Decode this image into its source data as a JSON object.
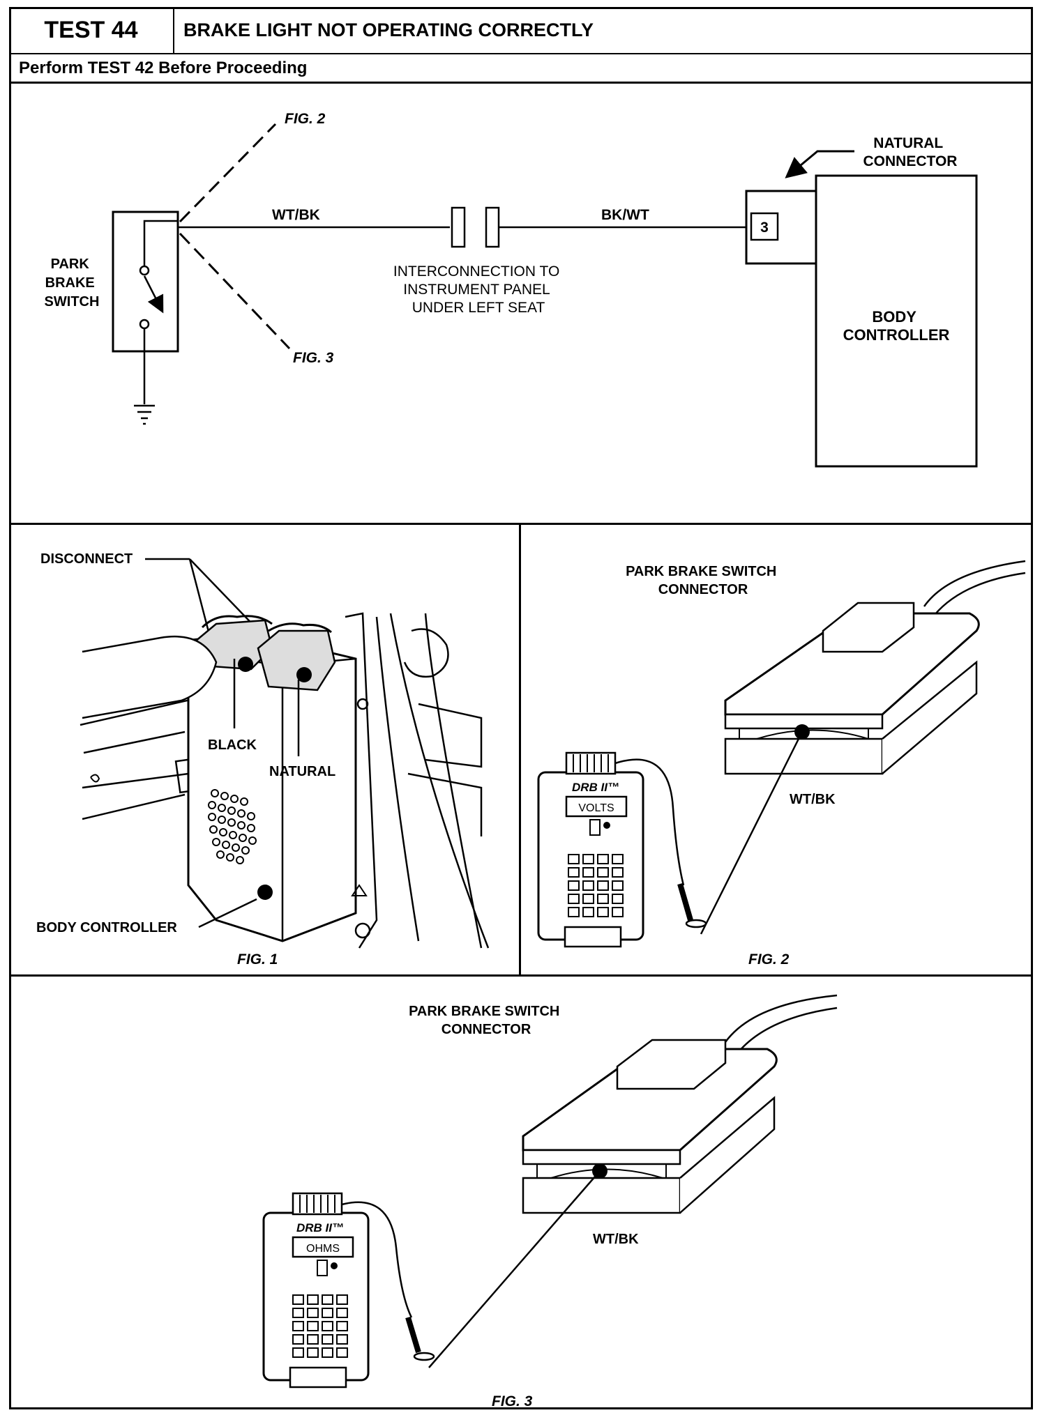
{
  "header": {
    "test_number": "TEST 44",
    "title": "BRAKE LIGHT NOT OPERATING CORRECTLY",
    "prerequisite": "Perform TEST 42 Before Proceeding"
  },
  "schematic": {
    "fig2_ref": "FIG. 2",
    "fig3_ref": "FIG. 3",
    "switch_label": [
      "PARK",
      "BRAKE",
      "SWITCH"
    ],
    "wire_left": "WT/BK",
    "wire_right": "BK/WT",
    "interconnection": [
      "INTERCONNECTION TO",
      "INSTRUMENT PANEL",
      "UNDER LEFT SEAT"
    ],
    "connector_label": [
      "NATURAL",
      "CONNECTOR"
    ],
    "pin": "3",
    "controller_label": [
      "BODY",
      "CONTROLLER"
    ]
  },
  "fig1": {
    "caption": "FIG. 1",
    "disconnect": "DISCONNECT",
    "black": "BLACK",
    "natural": "NATURAL",
    "body_controller": "BODY CONTROLLER"
  },
  "fig2": {
    "caption": "FIG. 2",
    "title": [
      "PARK BRAKE SWITCH",
      "CONNECTOR"
    ],
    "wire": "WT/BK",
    "meter_brand": "DRB II™",
    "meter_mode": "VOLTS"
  },
  "fig3": {
    "caption": "FIG. 3",
    "title": [
      "PARK BRAKE SWITCH",
      "CONNECTOR"
    ],
    "wire": "WT/BK",
    "meter_brand": "DRB II™",
    "meter_mode": "OHMS"
  }
}
